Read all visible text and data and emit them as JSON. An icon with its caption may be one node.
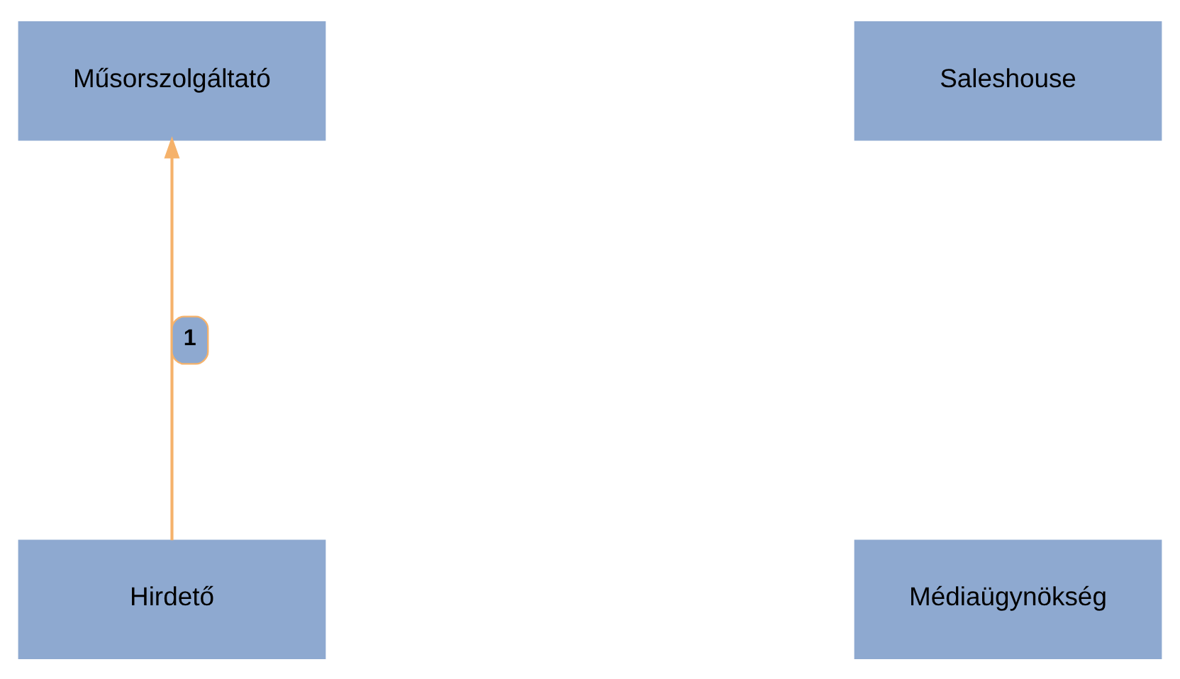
{
  "diagram": {
    "nodes": [
      {
        "text": [
          "Műsorszolgáltató"
        ]
      },
      {
        "text": [
          "Saleshouse"
        ]
      },
      {
        "text": [
          "Médiaügynökség"
        ]
      },
      {
        "text": [
          "Hirdető"
        ]
      }
    ],
    "edges": [
      {
        "from": 3,
        "to": 0,
        "arrow": "to",
        "label": "1"
      }
    ]
  }
}
